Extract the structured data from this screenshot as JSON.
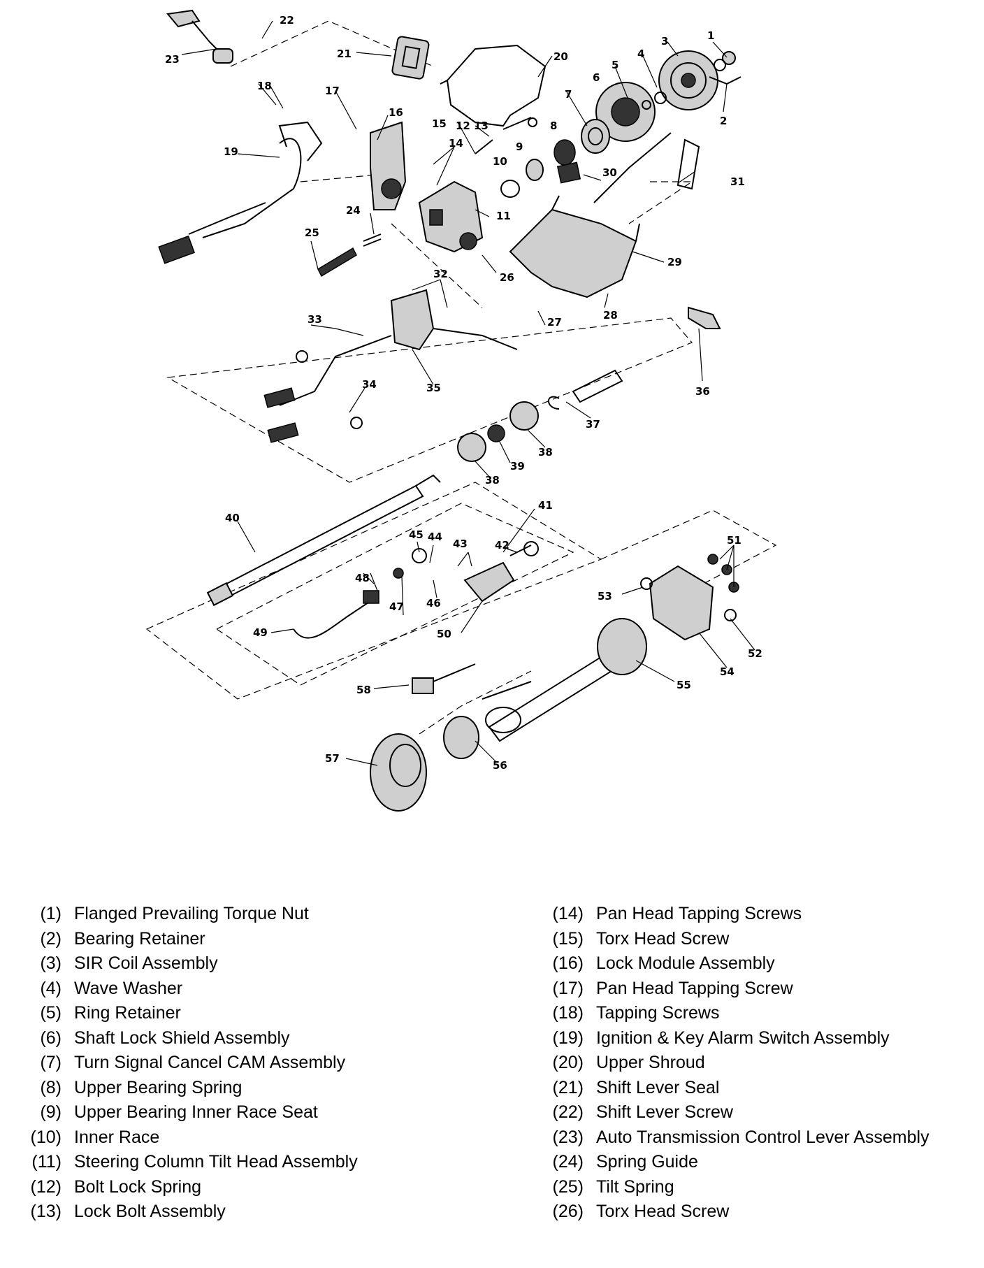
{
  "diagram": {
    "callouts": [
      "1",
      "2",
      "3",
      "4",
      "5",
      "6",
      "7",
      "8",
      "9",
      "10",
      "11",
      "12",
      "13",
      "14",
      "15",
      "16",
      "17",
      "18",
      "19",
      "20",
      "21",
      "22",
      "23",
      "24",
      "25",
      "26",
      "27",
      "28",
      "29",
      "30",
      "31",
      "32",
      "33",
      "34",
      "35",
      "36",
      "37",
      "38",
      "38",
      "39",
      "40",
      "41",
      "42",
      "43",
      "44",
      "45",
      "46",
      "47",
      "48",
      "49",
      "50",
      "51",
      "52",
      "53",
      "54",
      "55",
      "56",
      "57",
      "58"
    ]
  },
  "legend": {
    "left": [
      {
        "num": "(1)",
        "text": "Flanged Prevailing Torque Nut"
      },
      {
        "num": "(2)",
        "text": "Bearing Retainer"
      },
      {
        "num": "(3)",
        "text": "SIR Coil Assembly"
      },
      {
        "num": "(4)",
        "text": "Wave Washer"
      },
      {
        "num": "(5)",
        "text": "Ring Retainer"
      },
      {
        "num": "(6)",
        "text": "Shaft Lock Shield Assembly"
      },
      {
        "num": "(7)",
        "text": "Turn Signal Cancel CAM Assembly"
      },
      {
        "num": "(8)",
        "text": "Upper Bearing Spring"
      },
      {
        "num": "(9)",
        "text": "Upper Bearing Inner Race Seat"
      },
      {
        "num": "(10)",
        "text": "Inner Race"
      },
      {
        "num": "(11)",
        "text": "Steering Column Tilt Head Assembly"
      },
      {
        "num": "(12)",
        "text": "Bolt Lock Spring"
      },
      {
        "num": "(13)",
        "text": "Lock Bolt Assembly"
      }
    ],
    "right": [
      {
        "num": "(14)",
        "text": "Pan Head Tapping Screws"
      },
      {
        "num": "(15)",
        "text": "Torx Head Screw"
      },
      {
        "num": "(16)",
        "text": "Lock Module Assembly"
      },
      {
        "num": "(17)",
        "text": "Pan Head Tapping Screw"
      },
      {
        "num": "(18)",
        "text": "Tapping Screws"
      },
      {
        "num": "(19)",
        "text": "Ignition & Key Alarm Switch Assembly"
      },
      {
        "num": "(20)",
        "text": "Upper Shroud"
      },
      {
        "num": "(21)",
        "text": "Shift Lever Seal"
      },
      {
        "num": "(22)",
        "text": "Shift Lever Screw"
      },
      {
        "num": "(23)",
        "text": "Auto Transmission Control Lever Assembly"
      },
      {
        "num": "(24)",
        "text": "Spring Guide"
      },
      {
        "num": "(25)",
        "text": "Tilt Spring"
      },
      {
        "num": "(26)",
        "text": "Torx Head Screw"
      }
    ]
  }
}
